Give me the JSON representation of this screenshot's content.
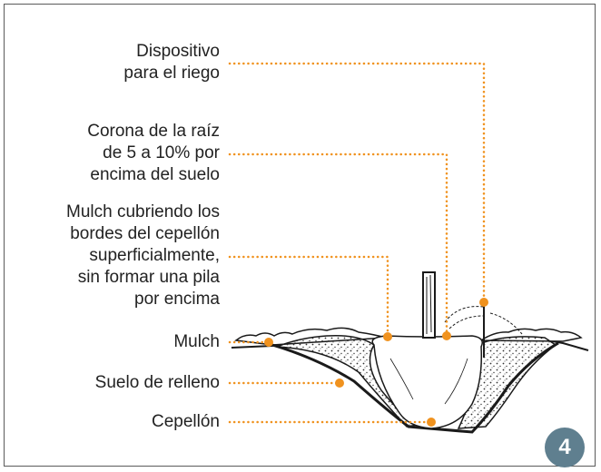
{
  "labels": [
    {
      "id": "irrigation",
      "lines": [
        "Dispositivo",
        "para el riego"
      ]
    },
    {
      "id": "root-crown",
      "lines": [
        "Corona de la raíz",
        "de 5 a 10% por",
        "encima del suelo"
      ]
    },
    {
      "id": "mulch-edges",
      "lines": [
        "Mulch cubriendo los",
        "bordes del cepellón",
        "superficialmente,",
        "sin formar una pila",
        "por encima"
      ]
    },
    {
      "id": "mulch",
      "lines": [
        "Mulch"
      ]
    },
    {
      "id": "backfill",
      "lines": [
        "Suelo de relleno"
      ]
    },
    {
      "id": "rootball",
      "lines": [
        "Cepellón"
      ]
    }
  ],
  "badge": "4",
  "colors": {
    "leader": "#f0921e",
    "badge": "#5f7f8f",
    "text": "#222222",
    "line": "#1a1a1a"
  }
}
